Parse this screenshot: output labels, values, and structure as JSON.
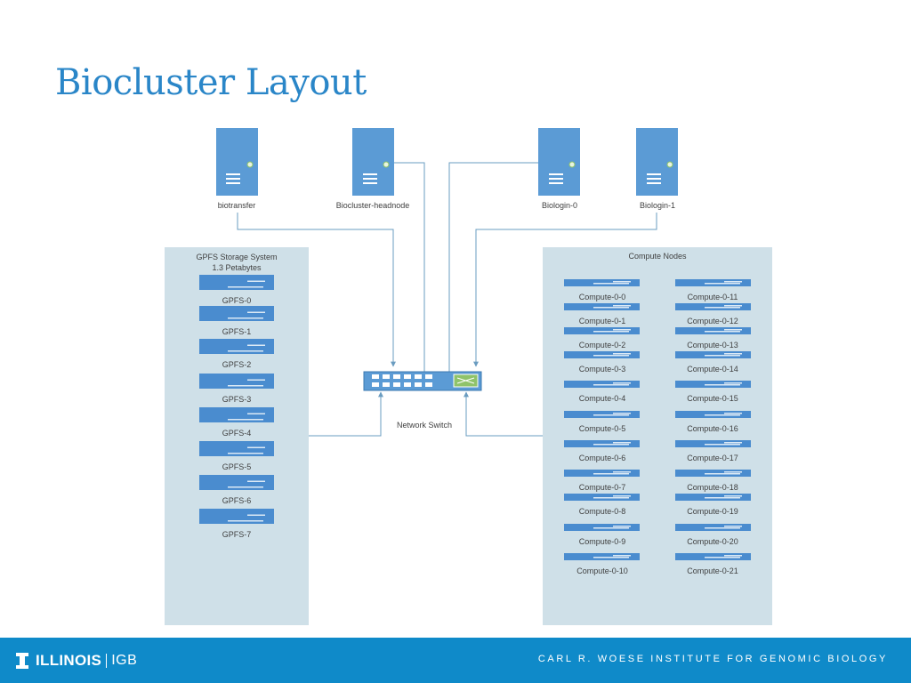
{
  "slide": {
    "title": "Biocluster Layout"
  },
  "servers": [
    {
      "label": "biotransfer"
    },
    {
      "label": "Biocluster-headnode"
    },
    {
      "label": "Biologin-0"
    },
    {
      "label": "Biologin-1"
    }
  ],
  "storage": {
    "title_line1": "GPFS Storage System",
    "title_line2": "1.3 Petabytes",
    "nodes": [
      "GPFS-0",
      "GPFS-1",
      "GPFS-2",
      "GPFS-3",
      "GPFS-4",
      "GPFS-5",
      "GPFS-6",
      "GPFS-7"
    ]
  },
  "compute": {
    "title": "Compute Nodes",
    "left_nodes": [
      "Compute-0-0",
      "Compute-0-1",
      "Compute-0-2",
      "Compute-0-3",
      "Compute-0-4",
      "Compute-0-5",
      "Compute-0-6",
      "Compute-0-7",
      "Compute-0-8",
      "Compute-0-9",
      "Compute-0-10"
    ],
    "right_nodes": [
      "Compute-0-11",
      "Compute-0-12",
      "Compute-0-13",
      "Compute-0-14",
      "Compute-0-15",
      "Compute-0-16",
      "Compute-0-17",
      "Compute-0-18",
      "Compute-0-19",
      "Compute-0-20",
      "Compute-0-21"
    ]
  },
  "switch": {
    "label": "Network Switch"
  },
  "footer": {
    "brand": "ILLINOIS",
    "brand_sub": "IGB",
    "institute": "CARL R. WOESE INSTITUTE FOR GENOMIC BIOLOGY"
  },
  "colors": {
    "title": "#2a86c8",
    "server": "#5b9bd5",
    "panel": "#cfe0e8",
    "node": "#4a8ccf",
    "line": "#6a9cc0",
    "footer": "#0f8ac9"
  }
}
